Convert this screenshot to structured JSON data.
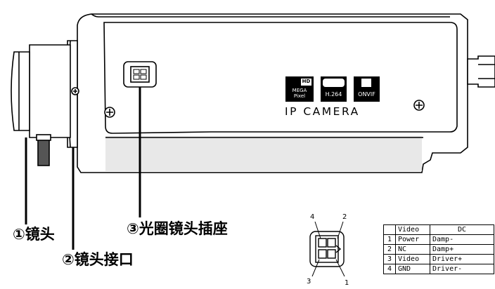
{
  "labels": {
    "lens": "①镜头",
    "lens_mount": "②镜头接口",
    "iris_socket": "③光圈镜头插座"
  },
  "body_text": {
    "brand": "IP CAMERA",
    "badge_hd_top": "HD",
    "badge_hd_mid": "MEGA",
    "badge_hd_bot": "Pixel",
    "badge_h264": "H.264",
    "badge_onvif": "ONVIF"
  },
  "connector": {
    "pins": [
      "1",
      "2",
      "3",
      "4"
    ]
  },
  "pin_table": {
    "headers": [
      "",
      "Video",
      "DC"
    ],
    "rows": [
      {
        "n": "1",
        "video": "Power",
        "dc": "Damp-"
      },
      {
        "n": "2",
        "video": "NC",
        "dc": "Damp+"
      },
      {
        "n": "3",
        "video": "Video",
        "dc": "Driver+"
      },
      {
        "n": "4",
        "video": "GND",
        "dc": "Driver-"
      }
    ]
  },
  "colors": {
    "line": "#000000",
    "body_fill": "#ffffff",
    "shadow": "#d8d8d8"
  }
}
